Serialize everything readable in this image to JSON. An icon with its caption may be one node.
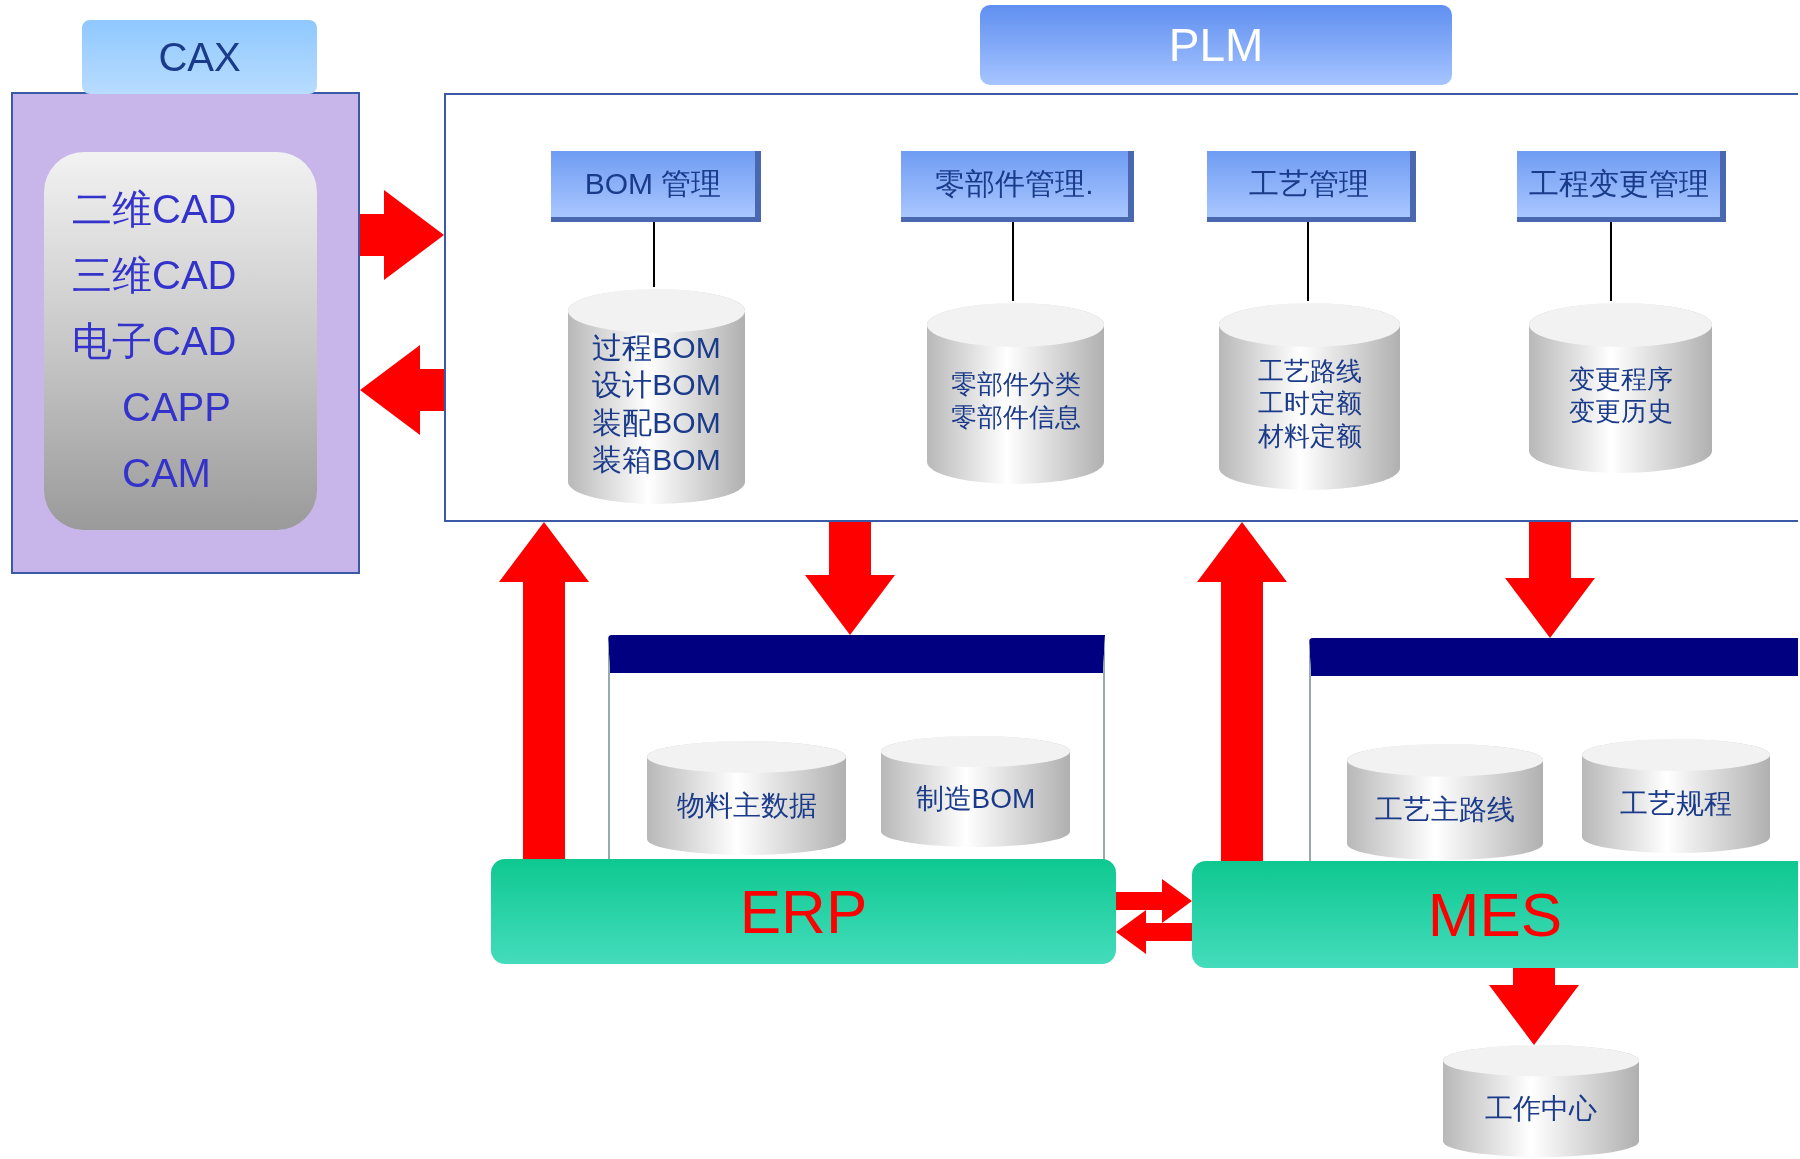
{
  "diagram": {
    "nodes": [
      {
        "text": [
          "CAX"
        ]
      },
      {
        "text": [
          "二维CAD",
          "三维CAD",
          "电子CAD",
          "CAPP",
          "CAM"
        ],
        "in": 0
      },
      {
        "text": [
          "PLM"
        ]
      },
      {
        "text": [
          "BOM 管理"
        ],
        "in": 2
      },
      {
        "text": [
          "过程BOM",
          "设计BOM",
          "装配BOM",
          "装箱BOM"
        ],
        "in": 2
      },
      {
        "text": [
          "零部件管理."
        ],
        "in": 2
      },
      {
        "text": [
          "零部件分类",
          "零部件信息"
        ],
        "in": 2
      },
      {
        "text": [
          "工艺管理"
        ],
        "in": 2
      },
      {
        "text": [
          "工艺路线",
          "工时定额",
          "材料定额"
        ],
        "in": 2
      },
      {
        "text": [
          "工程变更管理"
        ],
        "in": 2
      },
      {
        "text": [
          "变更程序",
          "变更历史"
        ],
        "in": 2
      },
      {
        "text": [],
        "shape": "box"
      },
      {
        "text": [
          "物料主数据"
        ],
        "in": 11
      },
      {
        "text": [
          "制造BOM"
        ],
        "in": 11
      },
      {
        "text": [
          "ERP"
        ]
      },
      {
        "text": [],
        "shape": "box"
      },
      {
        "text": [
          "工艺主路线"
        ],
        "in": 15
      },
      {
        "text": [
          "工艺规程"
        ],
        "in": 15
      },
      {
        "text": [
          "MES"
        ]
      },
      {
        "text": [
          "工作中心"
        ]
      }
    ],
    "edges": [
      {
        "from": 0,
        "to": 2,
        "arrow": "to"
      },
      {
        "from": 2,
        "to": 0,
        "arrow": "to"
      },
      {
        "from": 3,
        "to": 4,
        "arrow": "none",
        "color": "#000000"
      },
      {
        "from": 5,
        "to": 6,
        "arrow": "none",
        "color": "#000000"
      },
      {
        "from": 7,
        "to": 8,
        "arrow": "none",
        "color": "#000000"
      },
      {
        "from": 9,
        "to": 10,
        "arrow": "none",
        "color": "#000000"
      },
      {
        "from": 14,
        "to": 2,
        "arrow": "to"
      },
      {
        "from": 2,
        "to": 11,
        "arrow": "to"
      },
      {
        "from": 18,
        "to": 2,
        "arrow": "to"
      },
      {
        "from": 2,
        "to": 15,
        "arrow": "to"
      },
      {
        "from": 14,
        "to": 18,
        "arrow": "to"
      },
      {
        "from": 18,
        "to": 14,
        "arrow": "to"
      },
      {
        "from": 18,
        "to": 19,
        "arrow": "to"
      }
    ]
  }
}
